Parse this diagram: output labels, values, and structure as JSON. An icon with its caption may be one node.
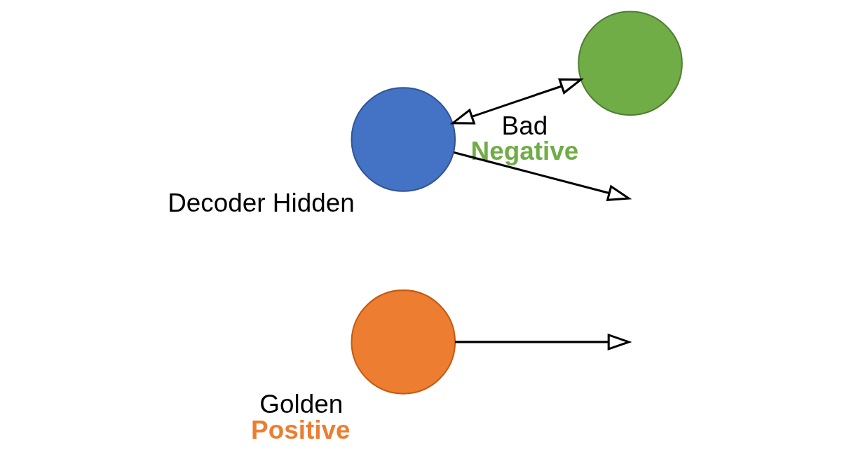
{
  "diagram": {
    "nodes": [
      {
        "text": [
          "Golden"
        ],
        "beside": [
          "Positive"
        ]
      },
      {
        "text": [
          "Decoder Hidden"
        ]
      },
      {
        "text": [
          "Bad"
        ],
        "beside": [
          "Negative"
        ]
      }
    ],
    "edges": [
      {
        "from": 0,
        "to": null,
        "arrow": "to"
      },
      {
        "from": 1,
        "to": null,
        "arrow": "to"
      },
      {
        "from": 1,
        "to": 2,
        "arrow": "both"
      }
    ]
  }
}
